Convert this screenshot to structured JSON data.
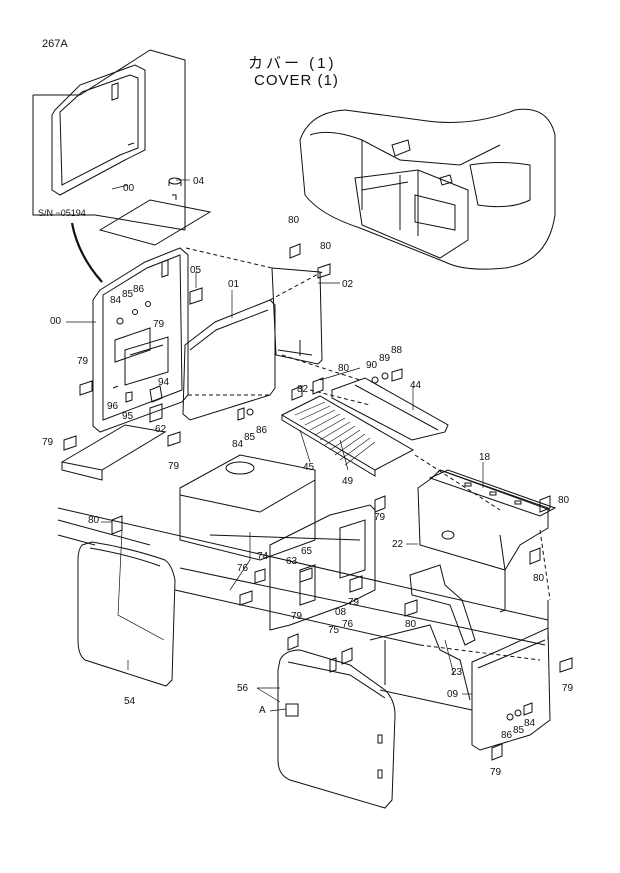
{
  "page_id": "267A",
  "title_jp": "カバー (1)",
  "title_en": "COVER (1)",
  "serial_note": "S/N ~05194",
  "colors": {
    "ink": "#111111",
    "background": "#ffffff"
  },
  "callouts": {
    "c00_inset": "00",
    "c04": "04",
    "c80_a": "80",
    "c80_b": "80",
    "c05": "05",
    "c01": "01",
    "c02": "02",
    "c00_main": "00",
    "c84_a": "84",
    "c85_a": "85",
    "c86_a": "86",
    "c79_a": "79",
    "c79_b": "79",
    "c94": "94",
    "c96": "96",
    "c95": "95",
    "c62": "62",
    "c79_c": "79",
    "c79_d": "79",
    "c80_c": "80",
    "c90": "90",
    "c89": "89",
    "c88": "88",
    "c44": "44",
    "c82": "82",
    "c84_b": "84",
    "c85_b": "85",
    "c86_b": "86",
    "c45": "45",
    "c49": "49",
    "c18": "18",
    "c79_e": "79",
    "c80_d": "80",
    "c22": "22",
    "c80_e": "80",
    "c80_f": "80",
    "c74": "74",
    "c65": "65",
    "c76_a": "76",
    "c63": "63",
    "c08": "08",
    "c79_f": "79",
    "c80_g": "80",
    "c79_g": "79",
    "c75": "75",
    "c76_b": "76",
    "c23": "23",
    "c54": "54",
    "c56": "56",
    "cA": "A",
    "c09": "09",
    "c79_h": "79",
    "c84_c": "84",
    "c85_c": "85",
    "c86_c": "86",
    "c79_i": "79"
  }
}
